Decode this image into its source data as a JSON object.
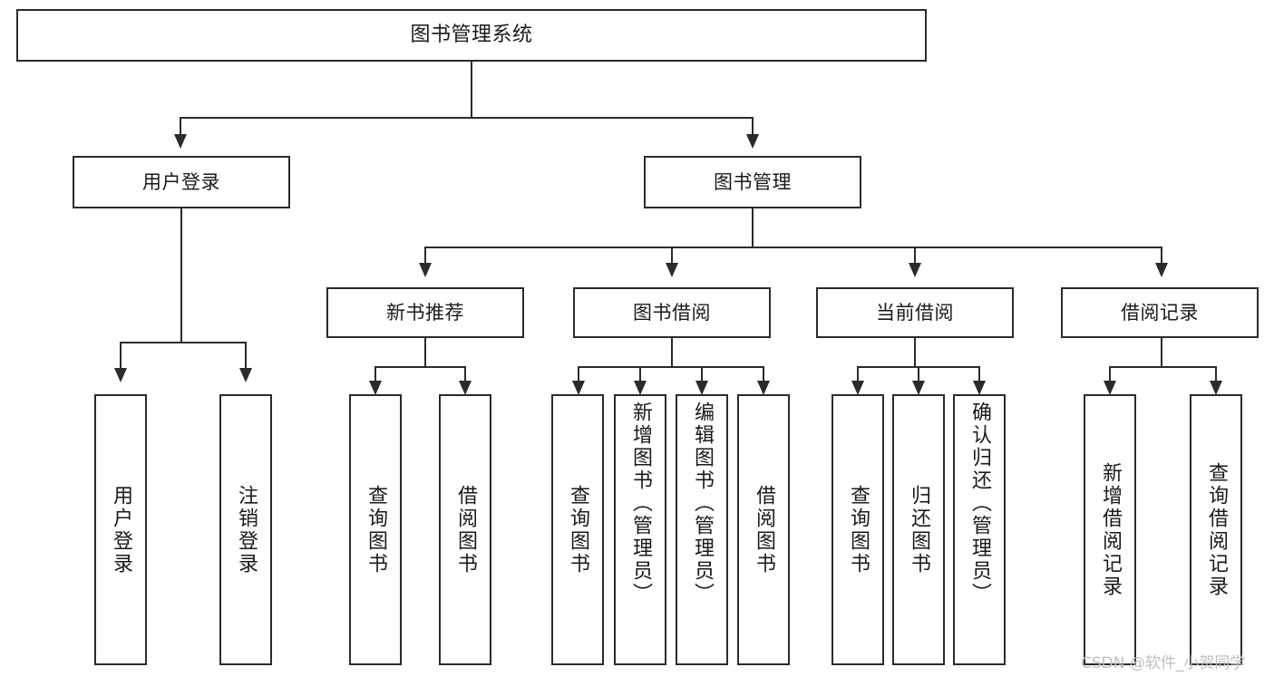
{
  "diagram": {
    "title": "图书管理系统",
    "type": "tree-hierarchy-diagram",
    "root": {
      "label": "图书管理系统"
    },
    "level1": [
      {
        "label": "用户登录"
      },
      {
        "label": "图书管理"
      }
    ],
    "level2": [
      {
        "label": "新书推荐"
      },
      {
        "label": "图书借阅"
      },
      {
        "label": "当前借阅"
      },
      {
        "label": "借阅记录"
      }
    ],
    "leaves": {
      "user_login": [
        {
          "label": "用户登录"
        },
        {
          "label": "注销登录"
        }
      ],
      "new_book_recommend": [
        {
          "label": "查询图书"
        },
        {
          "label": "借阅图书"
        }
      ],
      "book_borrow": [
        {
          "label": "查询图书"
        },
        {
          "label": "新增图书（管理员）"
        },
        {
          "label": "编辑图书（管理员）"
        },
        {
          "label": "借阅图书"
        }
      ],
      "current_borrow": [
        {
          "label": "查询图书"
        },
        {
          "label": "归还图书"
        },
        {
          "label": "确认归还（管理员）"
        }
      ],
      "borrow_records": [
        {
          "label": "新增借阅记录"
        },
        {
          "label": "查询借阅记录"
        }
      ]
    }
  },
  "watermark": {
    "text": "CSDN @软件_小贺同学"
  },
  "colors": {
    "stroke": "#2b2b2b",
    "fill": "#ffffff",
    "text": "#1a1a1a",
    "watermark": "#bfbfbf"
  }
}
